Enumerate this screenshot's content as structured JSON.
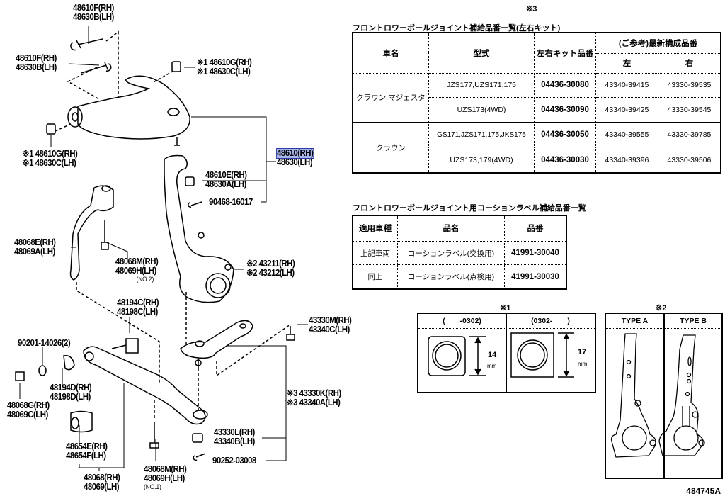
{
  "diagram_code": "484745A",
  "labels": {
    "upper_bolt_top": [
      "48610F(RH)",
      "48630B(LH)"
    ],
    "upper_bolt_left": [
      "48610F(RH)",
      "48630B(LH)"
    ],
    "upper_cam_right": [
      "※1 48610G(RH)",
      "※1 48630C(LH)"
    ],
    "upper_cam_left": [
      "※1 48610G(RH)",
      "※1 48630C(LH)"
    ],
    "upper_arm_assy": [
      "48610(RH)",
      "48630(LH)"
    ],
    "upper_nut": [
      "48610E(RH)",
      "48630A(LH)"
    ],
    "upper_pin": "90468-16017",
    "strut_bar": [
      "48068E(RH)",
      "48069A(LH)"
    ],
    "bolt_no2": [
      "48068M(RH)",
      "48069H(LH)",
      "(NO.2)"
    ],
    "knuckle": [
      "※2 43211(RH)",
      "※2 43212(LH)"
    ],
    "lower_bolt": [
      "48194C(RH)",
      "48198C(LH)"
    ],
    "ball_joint_bolt": [
      "43330M(RH)",
      "43340C(LH)"
    ],
    "washer": "90201-14026(2)",
    "cam_plate": [
      "48194D(RH)",
      "48198D(LH)"
    ],
    "lower_nut": [
      "48068G(RH)",
      "48069C(LH)"
    ],
    "ball_joint": [
      "※3 43330K(RH)",
      "※3 43340A(LH)"
    ],
    "bushing": [
      "48654E(RH)",
      "48654F(LH)"
    ],
    "ball_joint_nut": [
      "43330L(RH)",
      "43340B(LH)"
    ],
    "ball_joint_pin": "90252-03008",
    "lower_arm": [
      "48068(RH)",
      "48069(LH)"
    ],
    "bolt_no1": [
      "48068M(RH)",
      "48069H(LH)",
      "(NO.1)"
    ]
  },
  "table1": {
    "note": "※3",
    "title": "フロントロワーボールジョイント補給品番一覧(左右キット)",
    "headers": {
      "car": "車名",
      "model": "型式",
      "kit": "左右キット品番",
      "ref": "(ご参考)最新構成品番",
      "left": "左",
      "right": "右"
    },
    "groups": [
      {
        "car": "クラウン マジェスタ",
        "rows": [
          {
            "model": "JZS177,UZS171,175",
            "kit": "04436-30080",
            "left": "43340-39415",
            "right": "43330-39535"
          },
          {
            "model": "UZS173(4WD)",
            "kit": "04436-30090",
            "left": "43340-39425",
            "right": "43330-39545"
          }
        ]
      },
      {
        "car": "クラウン",
        "rows": [
          {
            "model": "GS171,JZS171,175,JKS175",
            "kit": "04436-30050",
            "left": "43340-39555",
            "right": "43330-39785"
          },
          {
            "model": "UZS173,179(4WD)",
            "kit": "04436-30030",
            "left": "43340-39396",
            "right": "43330-39506"
          }
        ]
      }
    ]
  },
  "table2": {
    "title": "フロントロワーボールジョイント用コーションラベル補給品番一覧",
    "headers": {
      "applicable": "適用車種",
      "name": "品名",
      "part": "品番"
    },
    "rows": [
      {
        "applicable": "上記車両",
        "name": "コーションラベル(交換用)",
        "part": "41991-30040"
      },
      {
        "applicable": "同上",
        "name": "コーションラベル(点検用)",
        "part": "41991-30030"
      }
    ]
  },
  "note1": {
    "mark": "※1",
    "cols": [
      {
        "header": "(　　-0302)",
        "size": "14",
        "unit": "mm"
      },
      {
        "header": "(0302-　　)",
        "size": "17",
        "unit": "mm"
      }
    ]
  },
  "note2": {
    "mark": "※2",
    "cols": [
      {
        "header": "TYPE A"
      },
      {
        "header": "TYPE B"
      }
    ]
  },
  "colors": {
    "highlight": "#a9b4e8",
    "line": "#000000"
  }
}
